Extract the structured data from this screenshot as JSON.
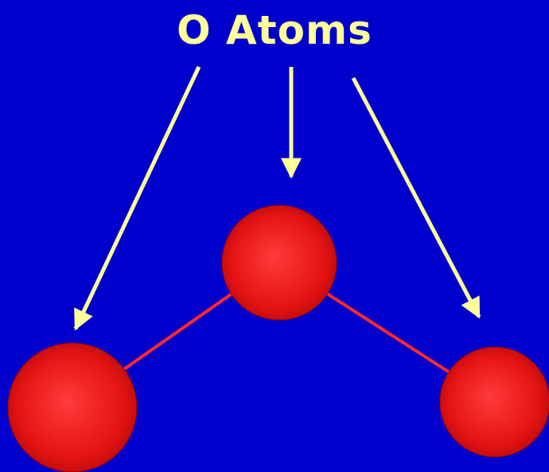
{
  "title": "O Atoms",
  "colors": {
    "background": "#0000cc",
    "label": "#ffff99",
    "arrow": "#ffff99",
    "bond": "#ff2a2a",
    "atom": "#ee1111",
    "atom_highlight": "#ff5a5a",
    "atom_shadow": "#a00000"
  },
  "atoms": [
    {
      "id": "left",
      "element": "O"
    },
    {
      "id": "center",
      "element": "O"
    },
    {
      "id": "right",
      "element": "O"
    }
  ],
  "bonds": [
    {
      "from": "center",
      "to": "left"
    },
    {
      "from": "center",
      "to": "right"
    }
  ]
}
